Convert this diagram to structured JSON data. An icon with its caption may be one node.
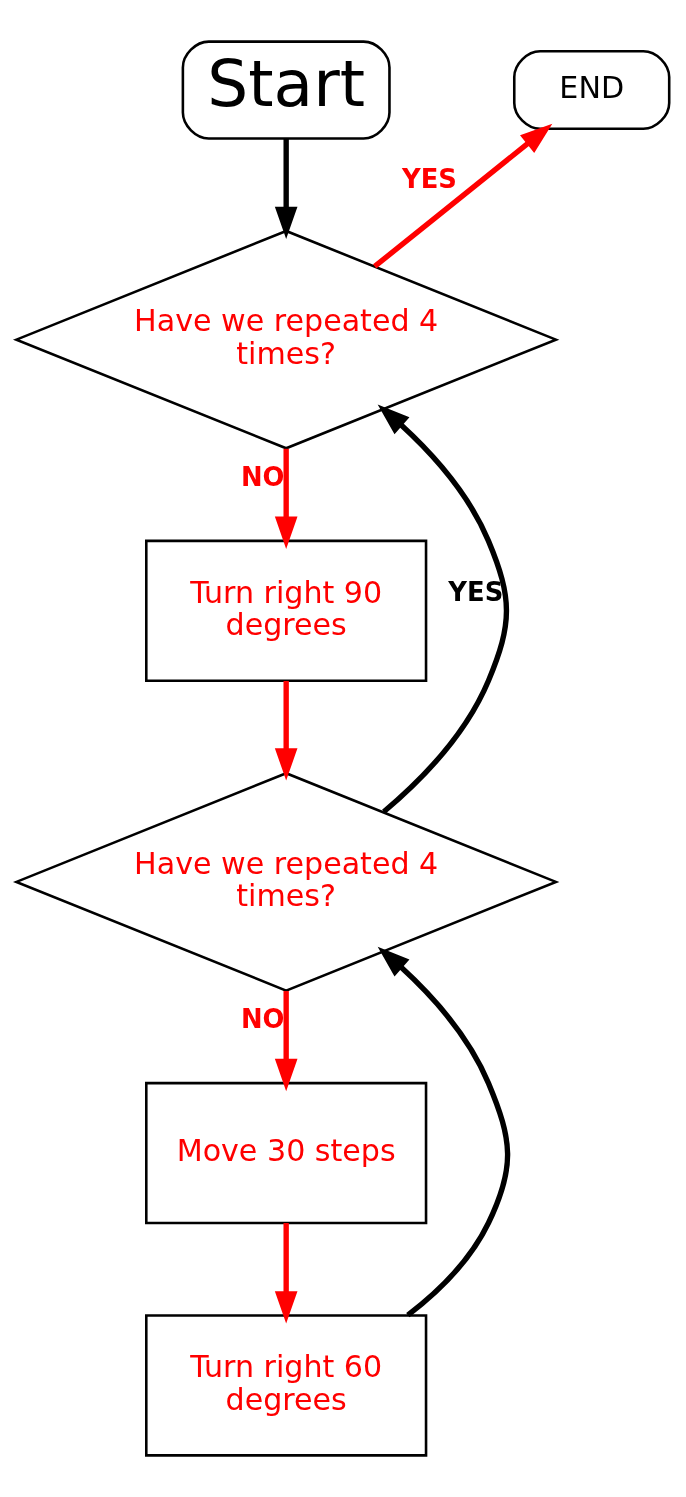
{
  "diagram": {
    "nodes": [
      {
        "text": [
          "Start"
        ]
      },
      {
        "text": [
          "END"
        ]
      },
      {
        "text": [
          "Have we repeated 4 times?"
        ]
      },
      {
        "text": [
          "Turn right 90 degrees"
        ]
      },
      {
        "text": [
          "Have we repeated 4 times?"
        ]
      },
      {
        "text": [
          "Move 30 steps"
        ]
      },
      {
        "text": [
          "Turn right 60 degrees"
        ]
      }
    ],
    "edges": [
      {
        "from": 0,
        "to": 2,
        "arrow": "to",
        "color": "#000000"
      },
      {
        "from": 2,
        "to": 1,
        "arrow": "to",
        "label": "YES"
      },
      {
        "from": 2,
        "to": 3,
        "arrow": "to",
        "label": "NO"
      },
      {
        "from": 3,
        "to": 4,
        "arrow": "to"
      },
      {
        "from": 4,
        "to": 2,
        "arrow": "to",
        "label": "YES",
        "color": "#000000"
      },
      {
        "from": 4,
        "to": 5,
        "arrow": "to",
        "label": "NO"
      },
      {
        "from": 5,
        "to": 6,
        "arrow": "to"
      },
      {
        "from": 6,
        "to": 4,
        "arrow": "to",
        "color": "#000000"
      }
    ]
  }
}
